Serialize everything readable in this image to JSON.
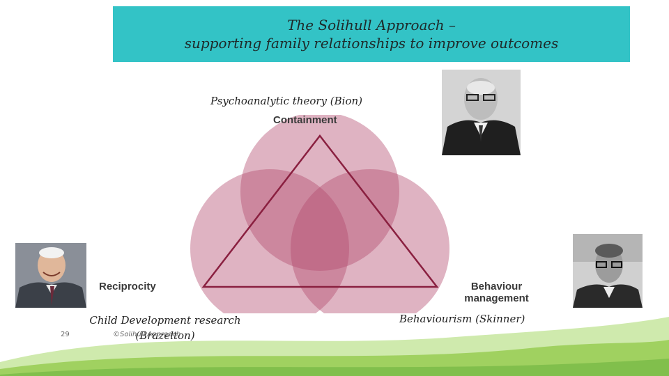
{
  "title": {
    "line1": "The Solihull Approach –",
    "line2": "supporting family relationships to improve outcomes"
  },
  "labels": {
    "psychoanalytic": "Psychoanalytic theory (Bion)",
    "child_dev_line1": "Child Development research",
    "child_dev_line2": "(Brazelton)",
    "behaviourism": "Behaviourism (Skinner)"
  },
  "diagram": {
    "top_label": "Containment",
    "left_label": "Reciprocity",
    "right_label_line1": "Behaviour",
    "right_label_line2": "management",
    "circle_color": "#b24a6e",
    "line_color": "#8a2040"
  },
  "footer": {
    "page_number": "29",
    "copyright": "©Solihull Approach"
  },
  "colors": {
    "title_bg": "#33c3c6",
    "hill_green": "#8cc63f"
  }
}
